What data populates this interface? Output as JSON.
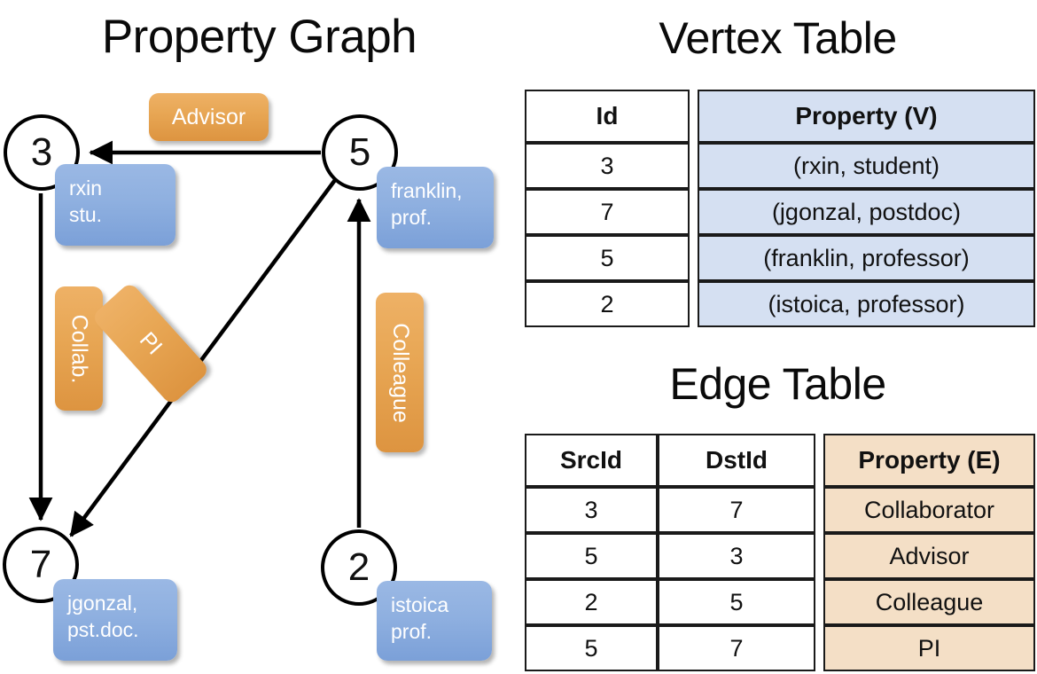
{
  "titles": {
    "property_graph": "Property Graph",
    "vertex_table": "Vertex Table",
    "edge_table": "Edge Table"
  },
  "colors": {
    "node_stroke": "#000000",
    "vertex_property_fill": "#d5e0f2",
    "edge_property_fill": "#f4dfc6",
    "vertex_badge": "#8fb0e0",
    "edge_badge": "#e8a755"
  },
  "graph": {
    "nodes": [
      {
        "id": "3",
        "property_line1": "rxin",
        "property_line2": "stu."
      },
      {
        "id": "5",
        "property_line1": "franklin,",
        "property_line2": "prof."
      },
      {
        "id": "7",
        "property_line1": "jgonzal,",
        "property_line2": "pst.doc."
      },
      {
        "id": "2",
        "property_line1": "istoica",
        "property_line2": "prof."
      }
    ],
    "edge_labels": [
      {
        "name": "advisor",
        "text": "Advisor"
      },
      {
        "name": "collab",
        "text": "Collab."
      },
      {
        "name": "pi",
        "text": "PI"
      },
      {
        "name": "colleague",
        "text": "Colleague"
      }
    ]
  },
  "vertex_table": {
    "headers": [
      "Id",
      "Property (V)"
    ],
    "rows": [
      {
        "id": "3",
        "property": "(rxin, student)"
      },
      {
        "id": "7",
        "property": "(jgonzal, postdoc)"
      },
      {
        "id": "5",
        "property": "(franklin, professor)"
      },
      {
        "id": "2",
        "property": "(istoica, professor)"
      }
    ]
  },
  "edge_table": {
    "headers": [
      "SrcId",
      "DstId",
      "Property (E)"
    ],
    "rows": [
      {
        "src": "3",
        "dst": "7",
        "property": "Collaborator"
      },
      {
        "src": "5",
        "dst": "3",
        "property": "Advisor"
      },
      {
        "src": "2",
        "dst": "5",
        "property": "Colleague"
      },
      {
        "src": "5",
        "dst": "7",
        "property": "PI"
      }
    ]
  }
}
